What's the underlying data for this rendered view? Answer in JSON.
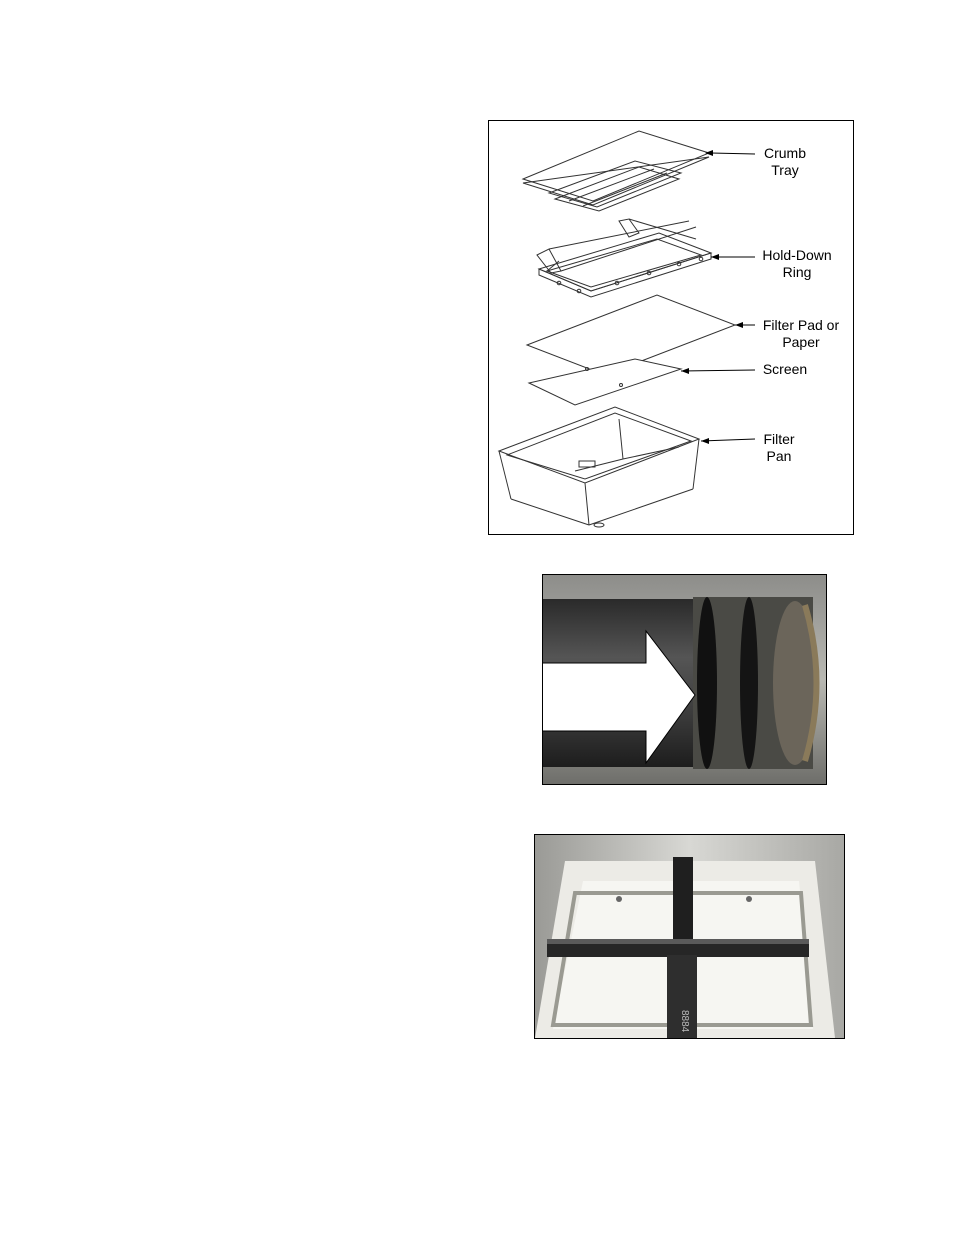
{
  "figure_exploded": {
    "labels": {
      "crumb_tray": [
        "Crumb",
        "Tray"
      ],
      "hold_down_ring": [
        "Hold-Down",
        "Ring"
      ],
      "filter_pad": [
        "Filter Pad or",
        "Paper"
      ],
      "screen": [
        "Screen"
      ],
      "filter_pan": [
        "Filter",
        "Pan"
      ]
    }
  },
  "figure_fitting": {
    "description_icon": "arrow-pointing-right-icon"
  },
  "figure_ring_in_pan": {
    "stamp_text": "8884"
  }
}
